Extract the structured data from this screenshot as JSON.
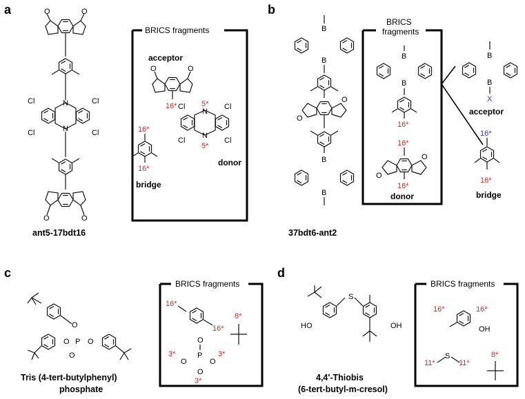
{
  "panels": {
    "a": {
      "letter": "a",
      "box_title": "BRICS fragments",
      "molecule_name": "ant5-17bdt16",
      "acceptor_label": "acceptor",
      "bridge_label": "bridge",
      "donor_label": "donor",
      "attach_16": "16*",
      "attach_5": "5*",
      "atom_cl": "Cl",
      "atom_n": "N",
      "atom_o": "O"
    },
    "b": {
      "letter": "b",
      "box_title_line1": "BRICS",
      "box_title_line2": "fragments",
      "molecule_name": "37bdt6-ant2",
      "acceptor_label": "acceptor",
      "bridge_label": "bridge",
      "donor_label": "donor",
      "attach_16": "16*",
      "atom_b": "B",
      "atom_o": "O",
      "atom_x": "X"
    },
    "c": {
      "letter": "c",
      "box_title": "BRICS fragments",
      "molecule_name_line1": "Tris (4-tert-butylphenyl)",
      "molecule_name_line2": "phosphate",
      "attach_16": "16*",
      "attach_8": "8*",
      "attach_3": "3*",
      "atom_o": "O",
      "atom_p": "P"
    },
    "d": {
      "letter": "d",
      "box_title": "BRICS fragments",
      "molecule_name_line1": "4,4'-Thiobis",
      "molecule_name_line2": "(6-tert-butyl-m-cresol)",
      "attach_16": "16*",
      "attach_11": "11*",
      "attach_8": "8*",
      "atom_s": "S",
      "atom_ho": "HO",
      "atom_oh": "OH"
    }
  },
  "colors": {
    "attachment_red": "#e3211b",
    "attachment_blue": "#1f3bd6",
    "ink": "#000000"
  }
}
